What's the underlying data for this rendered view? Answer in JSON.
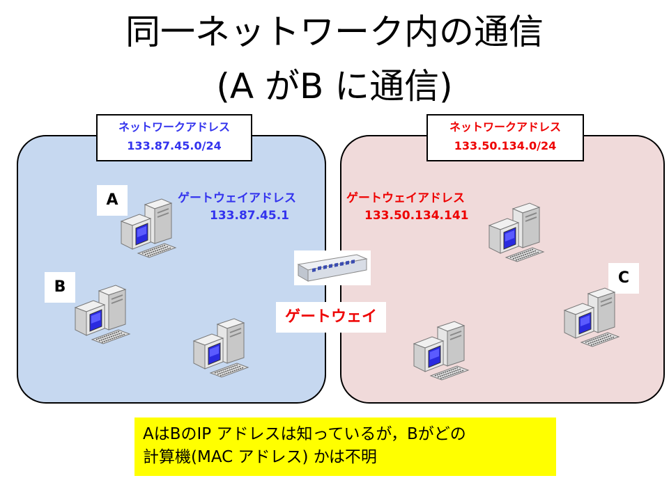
{
  "title": {
    "line1": "同一ネットワーク内の通信",
    "line2": "(A がB に通信)"
  },
  "left_network": {
    "label_title": "ネットワークアドレス",
    "label_address": "133.87.45.0/24",
    "gateway_title": "ゲートウェイアドレス",
    "gateway_address": "133.87.45.1",
    "color": "#3333ee",
    "bg": "#c6d8f0",
    "hosts": {
      "a": "A",
      "b": "B"
    }
  },
  "right_network": {
    "label_title": "ネットワークアドレス",
    "label_address": "133.50.134.0/24",
    "gateway_title": "ゲートウェイアドレス",
    "gateway_address": "133.50.134.141",
    "color": "#ee0000",
    "bg": "#f0dada",
    "hosts": {
      "c": "C"
    }
  },
  "gateway": {
    "label": "ゲートウェイ",
    "icon": "network-switch-icon"
  },
  "note": {
    "line1": "AはBのIP アドレスは知っているが，Bがどの",
    "line2": "計算機(MAC アドレス) かは不明"
  }
}
